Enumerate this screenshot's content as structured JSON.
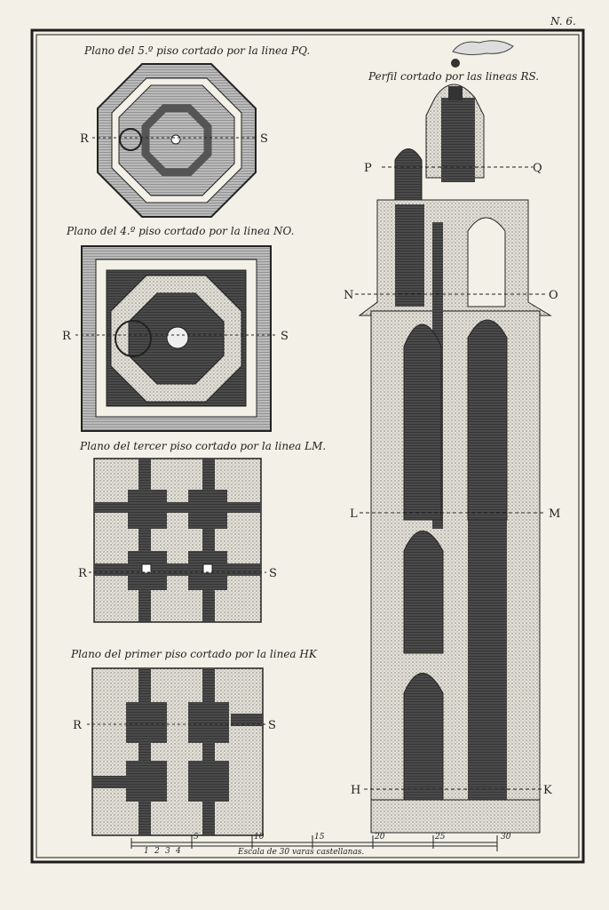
{
  "plate_number": "N. 6.",
  "plans": [
    {
      "caption": "Plano del 5.º piso cortado por la linea PQ.",
      "left_label": "R",
      "right_label": "S"
    },
    {
      "caption": "Plano del 4.º piso cortado por la linea NO.",
      "left_label": "R",
      "right_label": "S"
    },
    {
      "caption": "Plano del tercer piso cortado por la linea LM.",
      "left_label": "R",
      "right_label": "S"
    },
    {
      "caption": "Plano del primer piso cortado por la linea HK",
      "left_label": "R",
      "right_label": "S"
    }
  ],
  "profile": {
    "caption": "Perfil cortado por las lineas RS.",
    "labels": {
      "P": "P",
      "Q": "Q",
      "N": "N",
      "O": "O",
      "L": "L",
      "M": "M",
      "H": "H",
      "K": "K"
    }
  },
  "scale": {
    "title": "Escala de 30 varas castellanas.",
    "ticks": [
      "1",
      "2",
      "3",
      "4",
      "5",
      "10",
      "15",
      "20",
      "25",
      "30"
    ]
  },
  "colors": {
    "paper": "#f3f0e7",
    "ink": "#1e1e1e",
    "stone": "#d9d6cc",
    "dark": "#3a3a3a"
  }
}
